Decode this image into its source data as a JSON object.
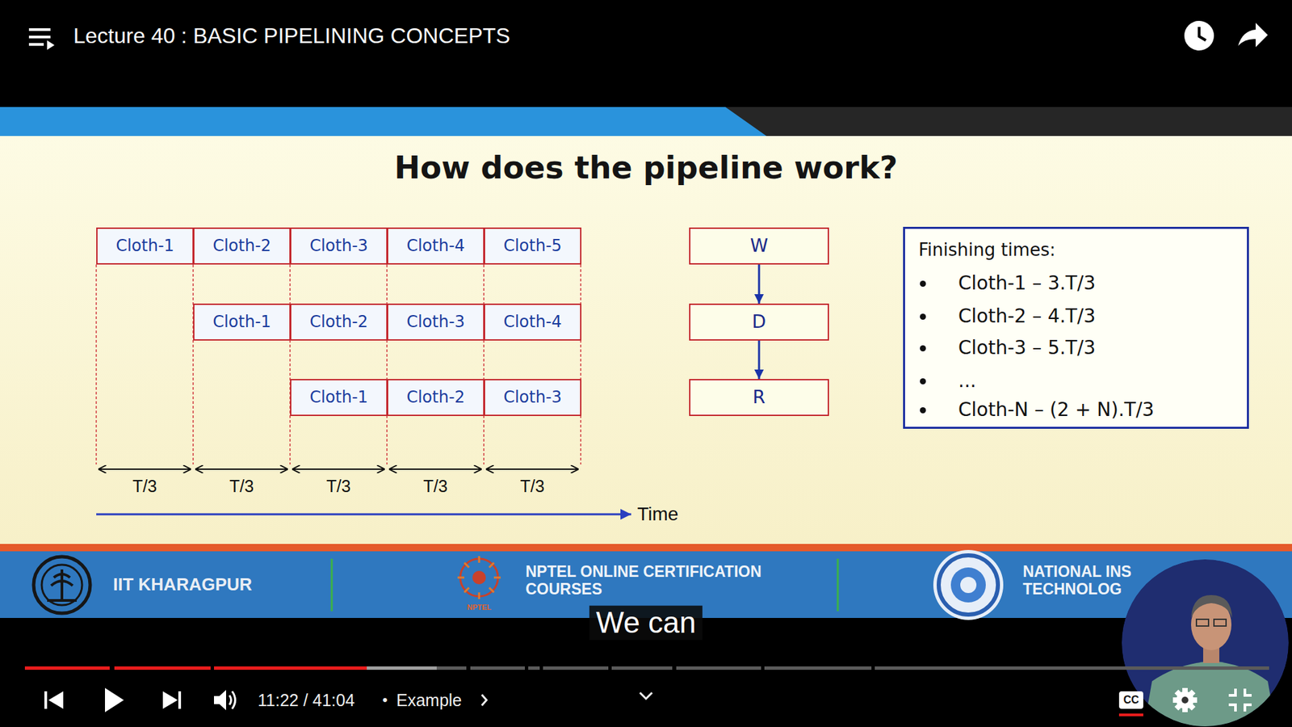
{
  "diagram": {
    "title": "How does the pipeline work?",
    "nodes": [
      {
        "text": [
          "Cloth-1"
        ]
      },
      {
        "text": [
          "Cloth-2"
        ]
      },
      {
        "text": [
          "Cloth-3"
        ]
      },
      {
        "text": [
          "Cloth-4"
        ]
      },
      {
        "text": [
          "Cloth-5"
        ]
      },
      {
        "text": [
          "Cloth-1"
        ]
      },
      {
        "text": [
          "Cloth-2"
        ]
      },
      {
        "text": [
          "Cloth-3"
        ]
      },
      {
        "text": [
          "Cloth-4"
        ]
      },
      {
        "text": [
          "Cloth-1"
        ]
      },
      {
        "text": [
          "Cloth-2"
        ]
      },
      {
        "text": [
          "Cloth-3"
        ]
      },
      {
        "text": [
          "W"
        ]
      },
      {
        "text": [
          "D"
        ]
      },
      {
        "text": [
          "R"
        ]
      },
      {
        "text": [
          "Finishing times:",
          "Cloth-1 – 3.T/3",
          "Cloth-2 – 4.T/3",
          "Cloth-3 – 5.T/3",
          "...",
          "Cloth-N – (2 + N).T/3"
        ]
      }
    ],
    "edges": [
      {
        "from": 12,
        "to": 13,
        "arrow": "to"
      },
      {
        "from": 13,
        "to": 14,
        "arrow": "to"
      }
    ],
    "labels": [
      "Lecture 40 : BASIC PIPELINING CONCEPTS",
      "T/3",
      "T/3",
      "T/3",
      "T/3",
      "T/3",
      "Time",
      "IIT KHARAGPUR",
      "NPTEL",
      "NPTEL ONLINE CERTIFICATION COURSES",
      "NATIONAL INS",
      "TECHNOLOG",
      "We can",
      "11:22 / 41:04",
      "•",
      "Example",
      "CC"
    ]
  }
}
